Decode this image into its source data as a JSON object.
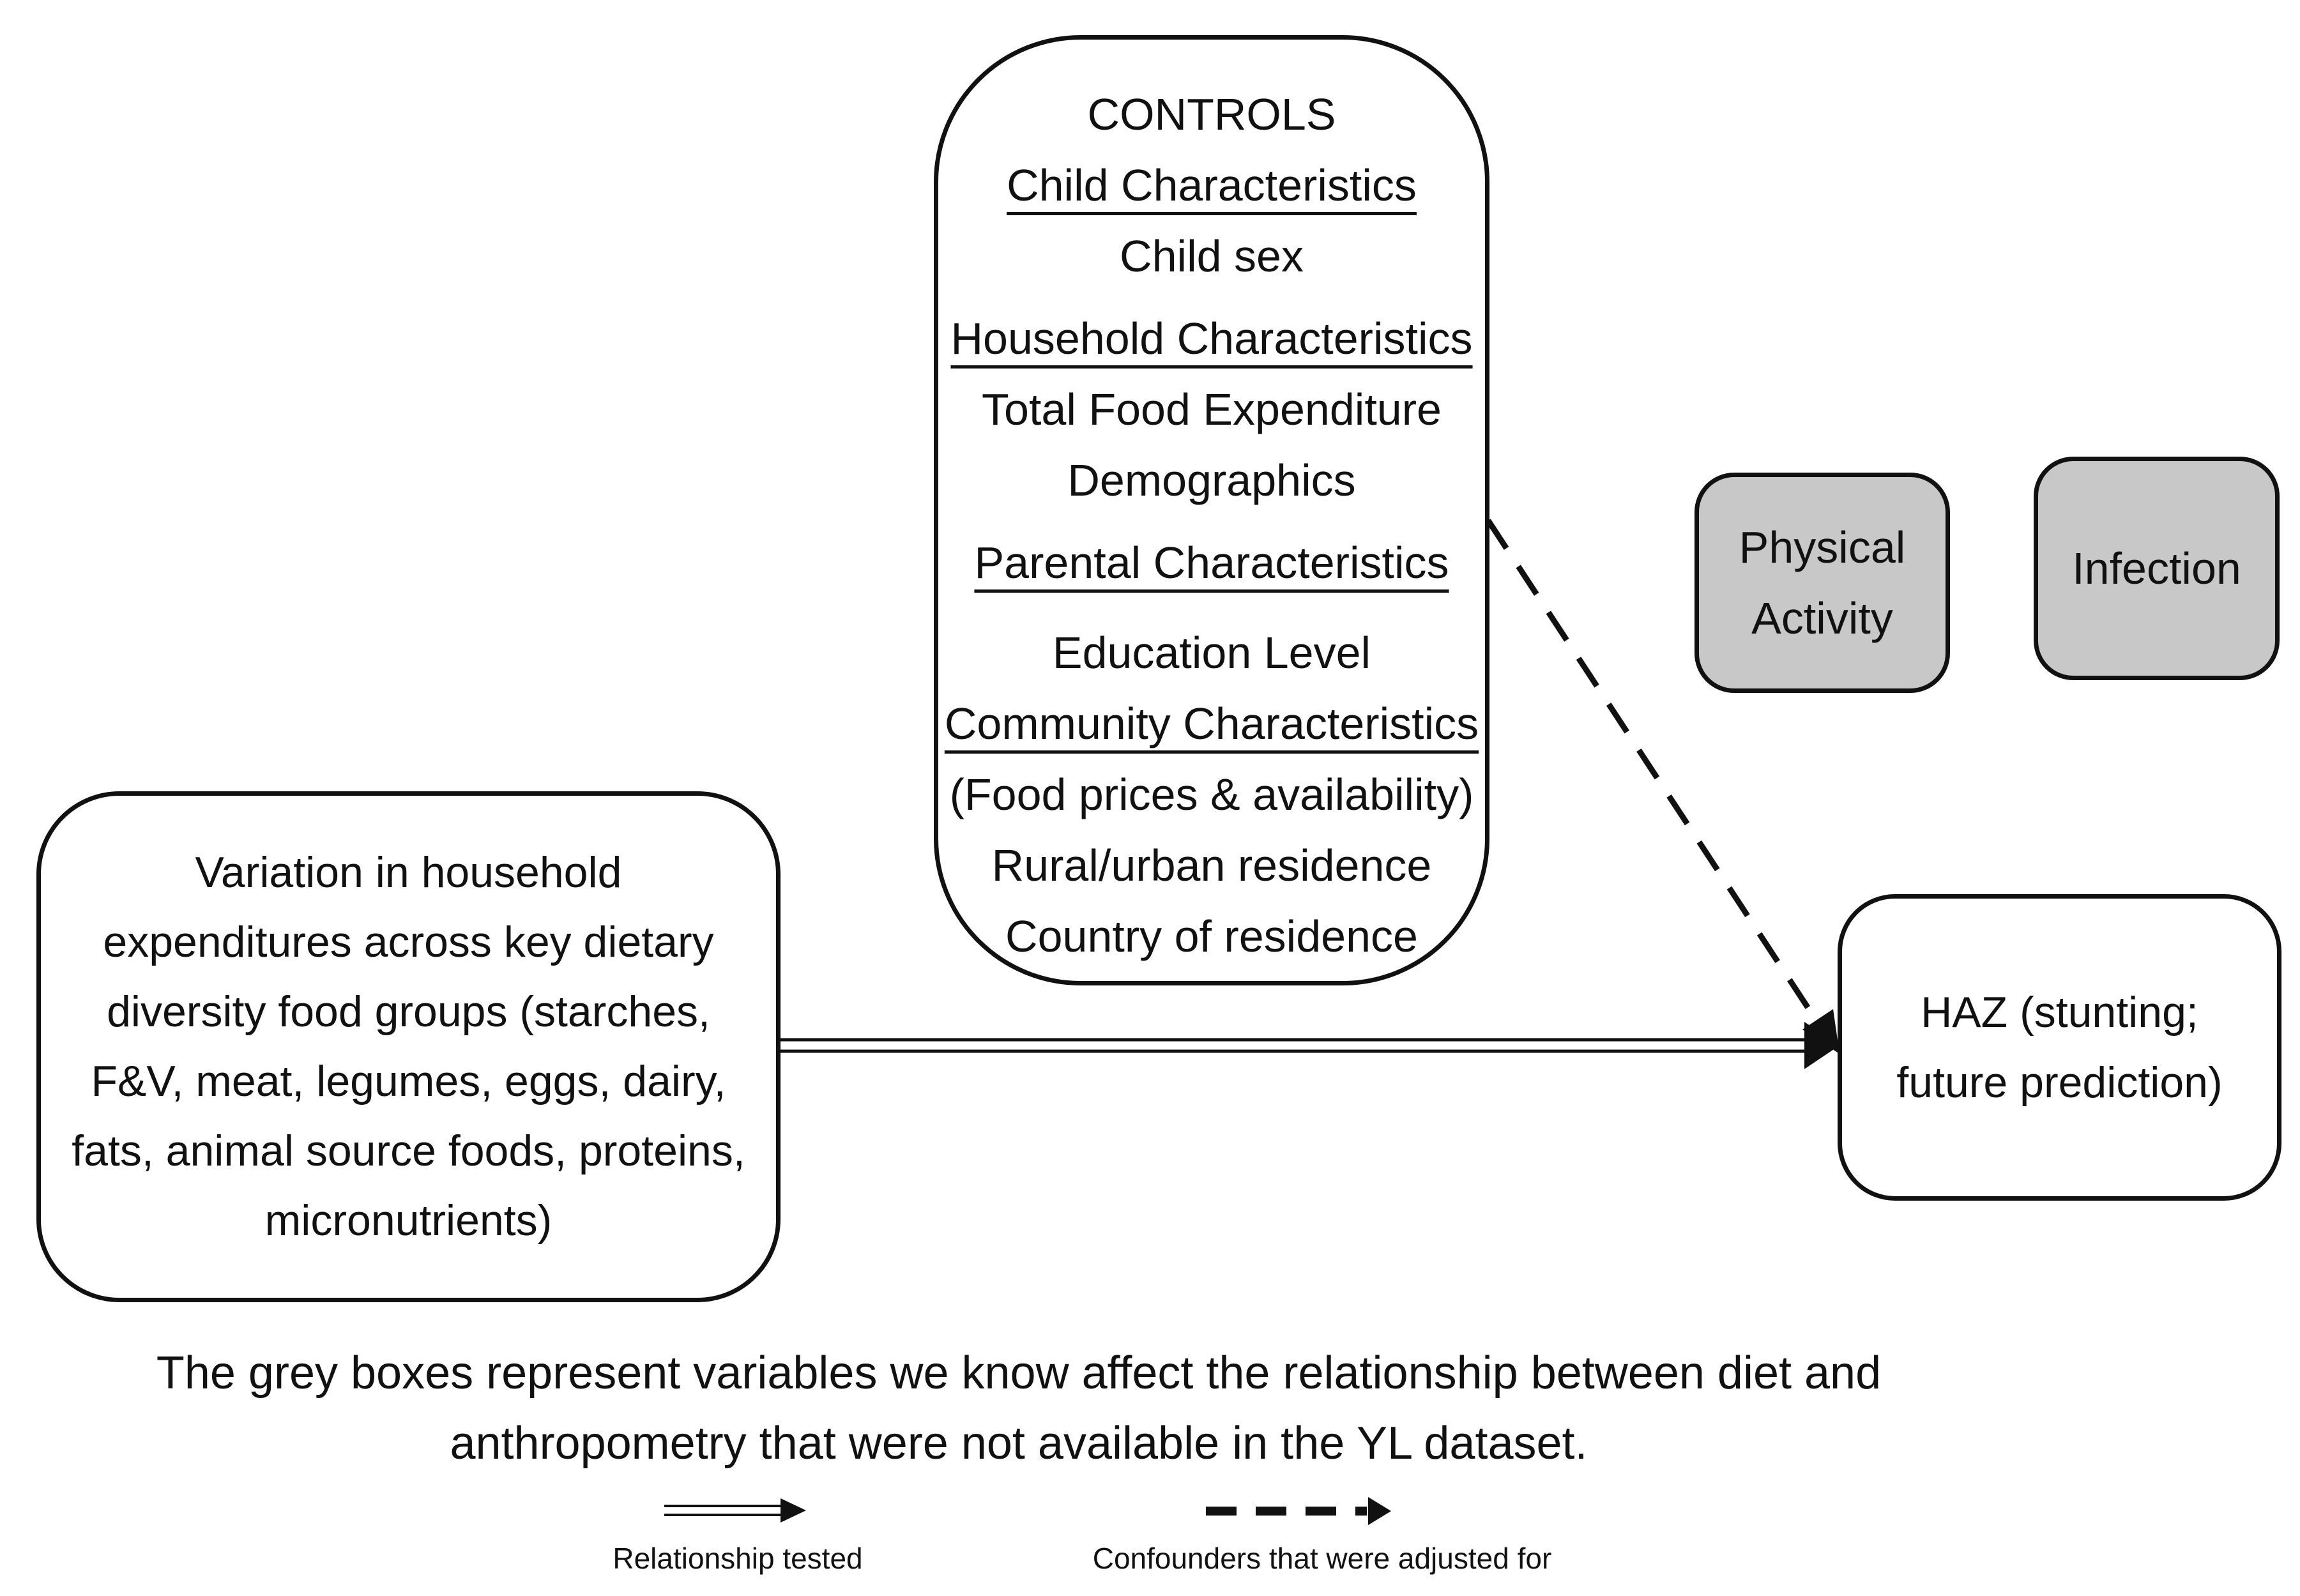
{
  "controls": {
    "lines": [
      "CONTROLS",
      "Child Characteristics",
      "Child sex",
      "Household Characteristics",
      "Total Food Expenditure",
      "Demographics",
      "Parental Characteristics",
      "Education Level",
      "Community Characteristics",
      "(Food prices & availability)",
      "Rural/urban residence",
      "Country of residence"
    ]
  },
  "exposure": {
    "lines": [
      "Variation in household",
      "expenditures across key dietary",
      "diversity food groups (starches,",
      "F&V, meat, legumes, eggs, dairy,",
      "fats, animal source foods, proteins,",
      "micronutrients)"
    ]
  },
  "outcome": {
    "lines": [
      "HAZ (stunting;",
      "future prediction)"
    ]
  },
  "unmeasured": {
    "physical_activity": [
      "Physical",
      "Activity"
    ],
    "infection": "Infection"
  },
  "caption": {
    "line1": "The grey boxes represent variables we know affect the relationship between diet and",
    "line2": "anthropometry that were not available in the YL dataset."
  },
  "legend": {
    "tested": "Relationship tested",
    "confounders": "Confounders that were adjusted for"
  },
  "colors": {
    "stroke": "#111111",
    "grey_fill": "#c8c8c8",
    "background": "#ffffff"
  }
}
